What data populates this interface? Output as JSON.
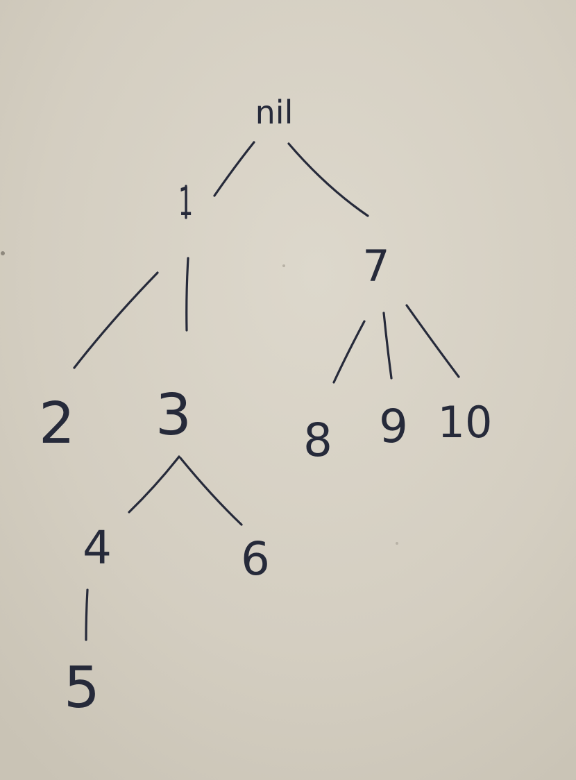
{
  "photo": {
    "subject": "whiteboard-tree-drawing",
    "background_color": "#d6d0c3",
    "ink_color": "#262a3a"
  },
  "nodes": {
    "root": "nil",
    "n1": "1",
    "n2": "2",
    "n3": "3",
    "n4": "4",
    "n5": "5",
    "n6": "6",
    "n7": "7",
    "n8": "8",
    "n9": "9",
    "n10": "10"
  }
}
